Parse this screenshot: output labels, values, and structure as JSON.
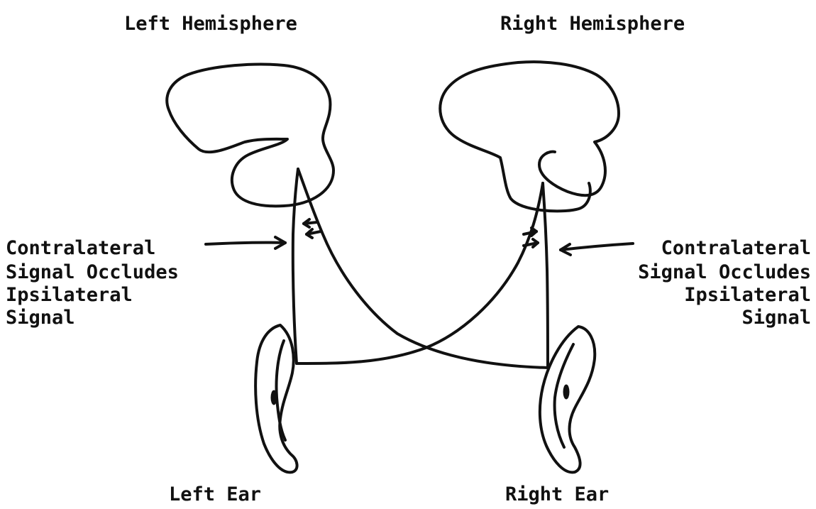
{
  "labels": {
    "left_hemisphere": "Left Hemisphere",
    "right_hemisphere": "Right Hemisphere",
    "left_ear": "Left Ear",
    "right_ear": "Right Ear",
    "left_annotation": [
      "Contralateral",
      "Signal Occludes",
      "Ipsilateral",
      "Signal"
    ],
    "right_annotation": [
      "Contralateral",
      "Signal Occludes",
      "Ipsilateral",
      "Signal"
    ]
  },
  "colors": {
    "ink": "#111111",
    "background": "#ffffff"
  },
  "icons": [
    "left-hemisphere-shape",
    "right-hemisphere-shape",
    "left-ear-icon",
    "right-ear-icon"
  ]
}
